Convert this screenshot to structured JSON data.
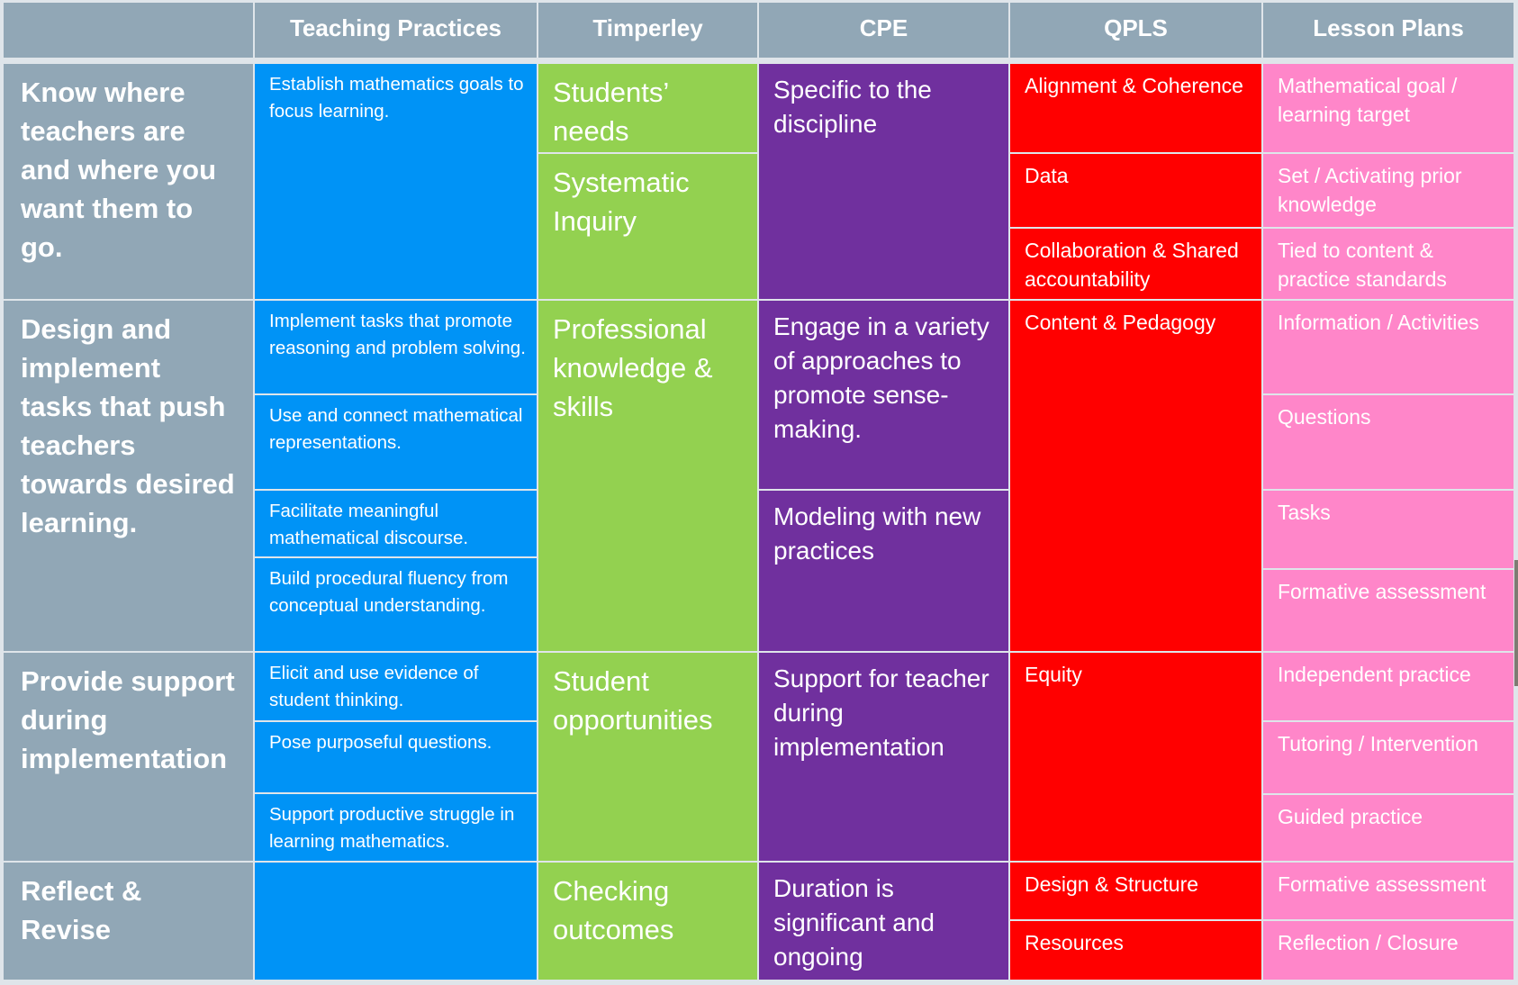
{
  "colors": {
    "header_gray": "#91a7b6",
    "teaching_practices_blue": "#0093f6",
    "timperley_green": "#93d150",
    "cpe_purple": "#70309e",
    "qpls_red": "#ff0000",
    "lesson_plans_pink": "#ff86c9",
    "background": "#dfe5ea"
  },
  "headers": [
    "",
    "Teaching Practices",
    "Timperley",
    "CPE",
    "QPLS",
    "Lesson Plans"
  ],
  "rows": [
    {
      "label": "Know where teachers are and where you want them to go.",
      "teaching_practices": [
        "Establish mathematics goals to focus learning."
      ],
      "timperley": [
        "Students’ needs",
        "Systematic Inquiry"
      ],
      "cpe": [
        "Specific to the discipline"
      ],
      "qpls": [
        "Alignment & Coherence",
        "Data",
        "Collaboration & Shared accountability"
      ],
      "lesson_plans": [
        "Mathematical goal / learning target",
        "Set / Activating prior knowledge",
        "Tied to content & practice standards"
      ]
    },
    {
      "label": "Design and implement tasks that push teachers towards desired learning.",
      "teaching_practices": [
        "Implement tasks that promote reasoning and problem solving.",
        "Use and connect mathematical representations.",
        "Facilitate meaningful mathematical discourse.",
        "Build procedural fluency from conceptual understanding."
      ],
      "timperley": [
        "Professional knowledge & skills"
      ],
      "cpe": [
        "Engage in a variety of approaches to promote sense-making.",
        "Modeling with new practices"
      ],
      "qpls": [
        "Content & Pedagogy"
      ],
      "lesson_plans": [
        "Information / Activities",
        "Questions",
        "Tasks",
        "Formative assessment"
      ]
    },
    {
      "label": "Provide support during implementation",
      "teaching_practices": [
        "Elicit and use evidence of student thinking.",
        "Pose purposeful questions.",
        "Support productive struggle in learning mathematics."
      ],
      "timperley": [
        "Student opportunities"
      ],
      "cpe": [
        "Support for teacher during implementation"
      ],
      "qpls": [
        "Equity"
      ],
      "lesson_plans": [
        "Independent practice",
        "Tutoring / Intervention",
        "Guided practice"
      ]
    },
    {
      "label": "Reflect & Revise",
      "teaching_practices": [
        ""
      ],
      "timperley": [
        "Checking outcomes"
      ],
      "cpe": [
        "Duration is significant and ongoing"
      ],
      "qpls": [
        "Design & Structure",
        "Resources"
      ],
      "lesson_plans": [
        "Formative assessment",
        "Reflection / Closure"
      ]
    }
  ]
}
